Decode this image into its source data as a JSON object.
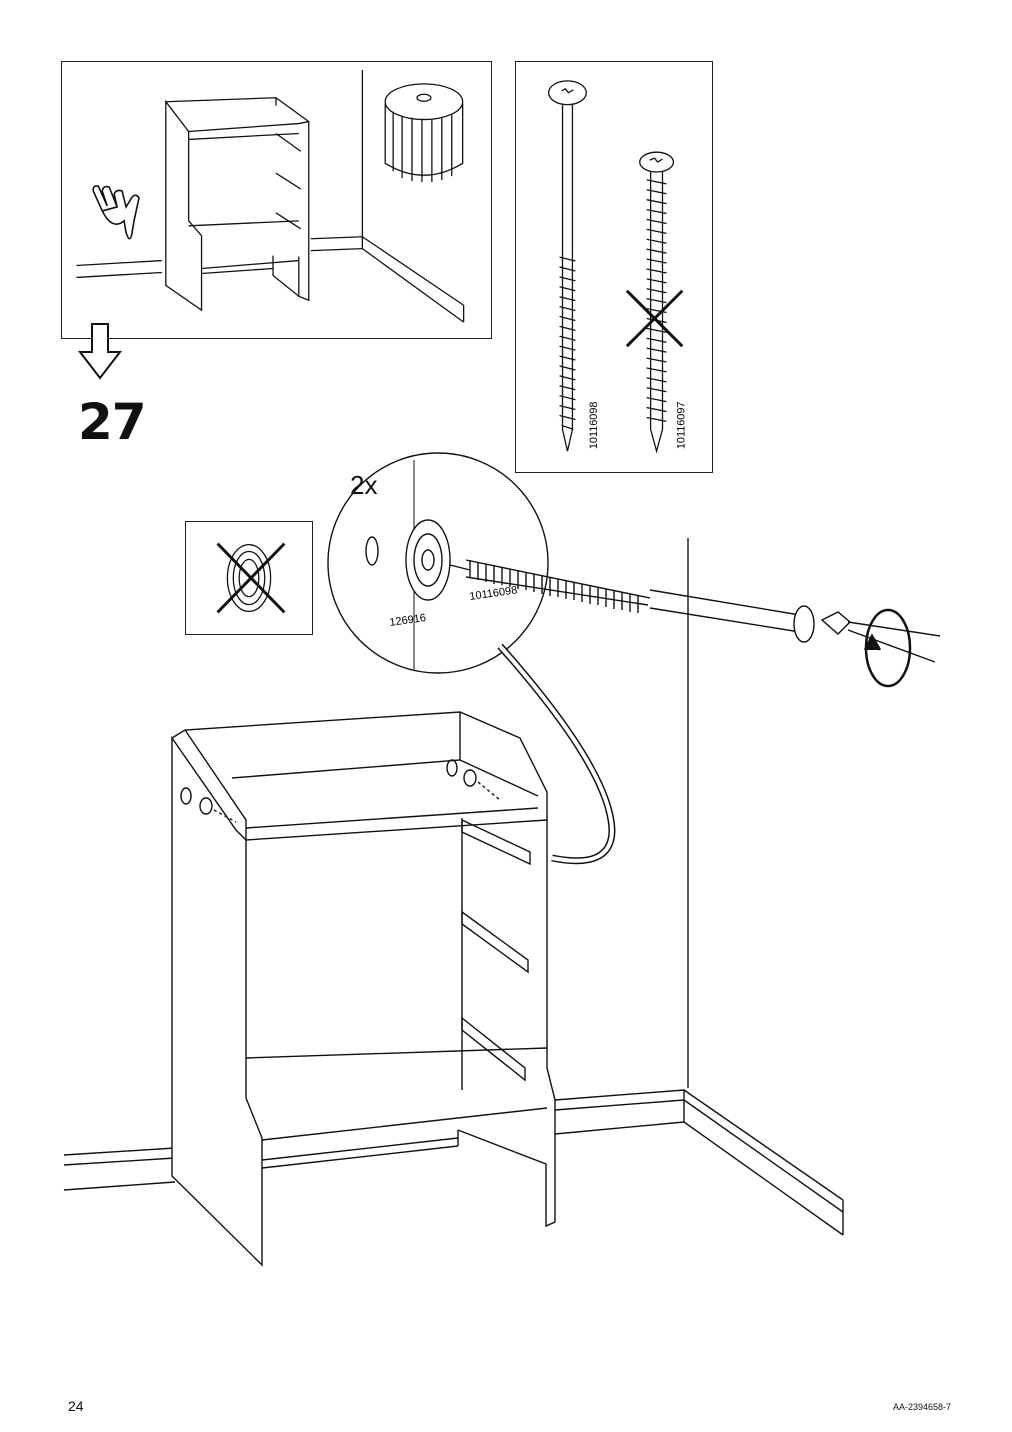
{
  "step": {
    "number": "27"
  },
  "callout": {
    "quantity": "2x"
  },
  "parts": {
    "washer_id": "126916",
    "screw_long_id": "10116098",
    "screw_short_id": "10116097"
  },
  "footer": {
    "page_number": "24",
    "document_id": "AA-2394658-7"
  },
  "icons": [
    "pointing-hand-icon",
    "down-arrow-icon",
    "cross-icon",
    "rotate-clockwise-icon",
    "screwdriver-icon"
  ]
}
